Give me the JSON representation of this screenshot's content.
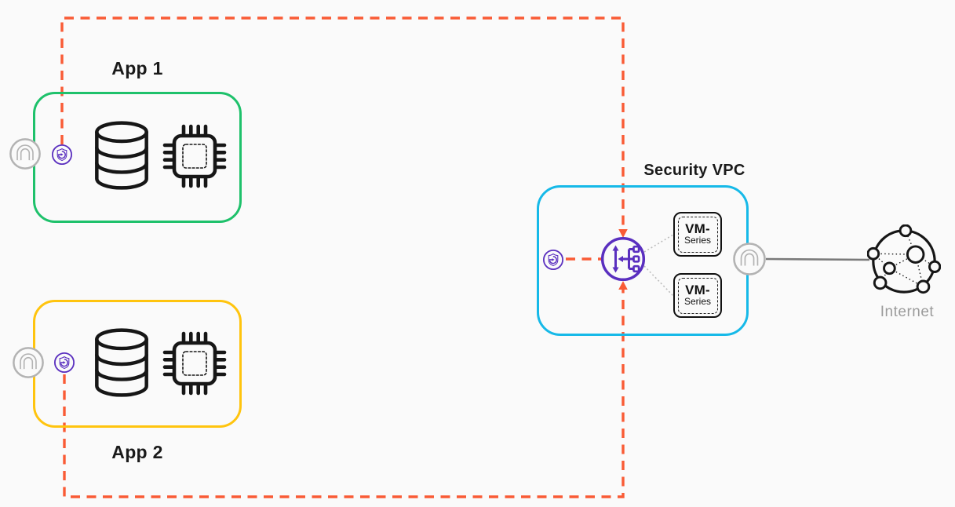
{
  "colors": {
    "bg": "#FAFAFA",
    "red": "#F95B35",
    "green": "#1EC16B",
    "yellow": "#FFC40E",
    "cyan": "#16B9E8",
    "purple": "#5A2FBF",
    "gray": "#B3B3B3",
    "ink": "#161616",
    "labelgray": "#9B9B9B",
    "linegray": "#7A7A7A"
  },
  "app1": {
    "title": "App 1",
    "icons": [
      "gateway-icon",
      "security-endpoint-icon",
      "database-icon",
      "compute-chip-icon"
    ]
  },
  "app2": {
    "title": "App 2",
    "icons": [
      "gateway-icon",
      "security-endpoint-icon",
      "database-icon",
      "compute-chip-icon"
    ]
  },
  "security_vpc": {
    "title": "Security VPC",
    "icons": [
      "security-endpoint-icon",
      "gateway-load-balancer-icon",
      "gateway-icon"
    ],
    "vm_boxes": [
      {
        "line1": "VM-",
        "line2": "Series"
      },
      {
        "line1": "VM-",
        "line2": "Series"
      }
    ]
  },
  "internet": {
    "label": "Internet",
    "icon": "internet-globe-icon"
  }
}
